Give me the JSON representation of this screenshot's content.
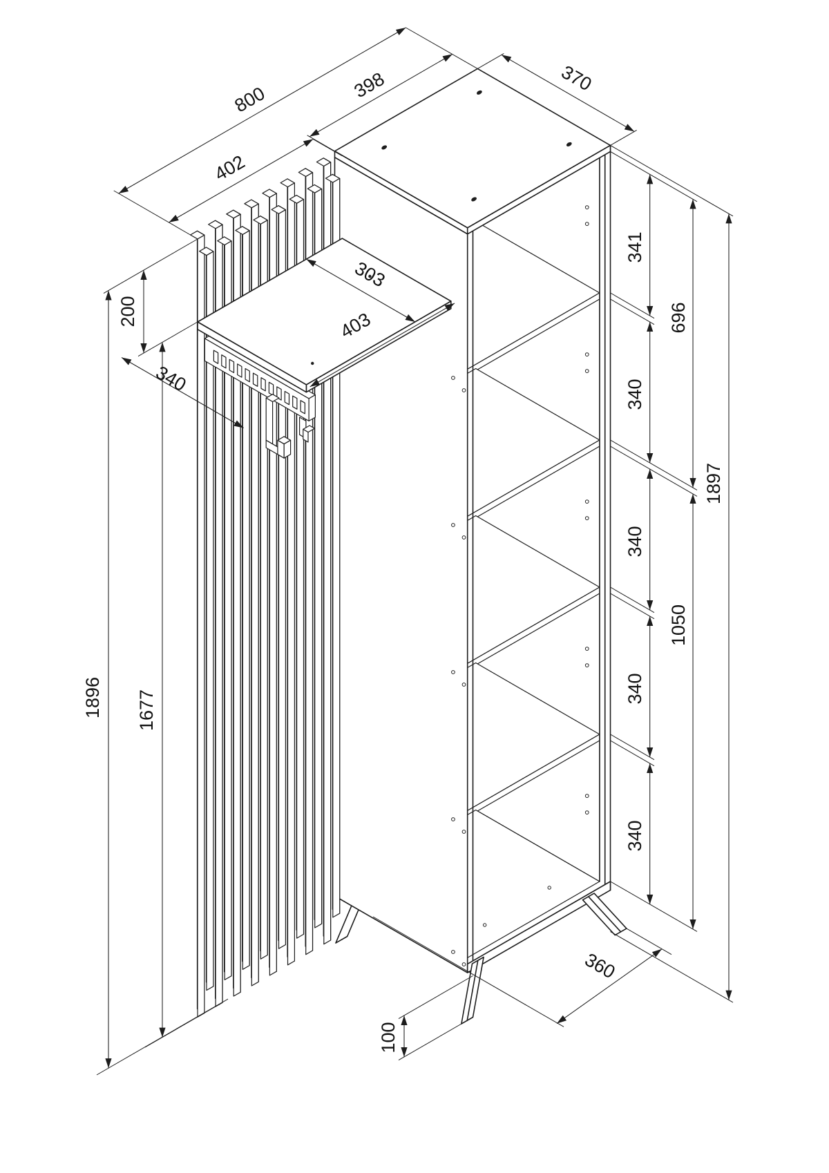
{
  "drawing": {
    "dimensions": {
      "total_width": "800",
      "panel_width": "402",
      "cabinet_width": "398",
      "cabinet_depth": "370",
      "hat_shelf_depth": "303",
      "hat_shelf_width": "403",
      "panel_top_to_shelf": "200",
      "shelf_unit_depth": "340",
      "panel_height_total": "1896",
      "panel_shelf_to_bottom": "1677",
      "opening_top": "341",
      "top_section": "696",
      "opening_2": "340",
      "opening_3": "340",
      "opening_4": "340",
      "opening_5": "340",
      "mid_section": "1050",
      "cabinet_height": "1897",
      "feet_span": "360",
      "feet_height": "100"
    }
  }
}
